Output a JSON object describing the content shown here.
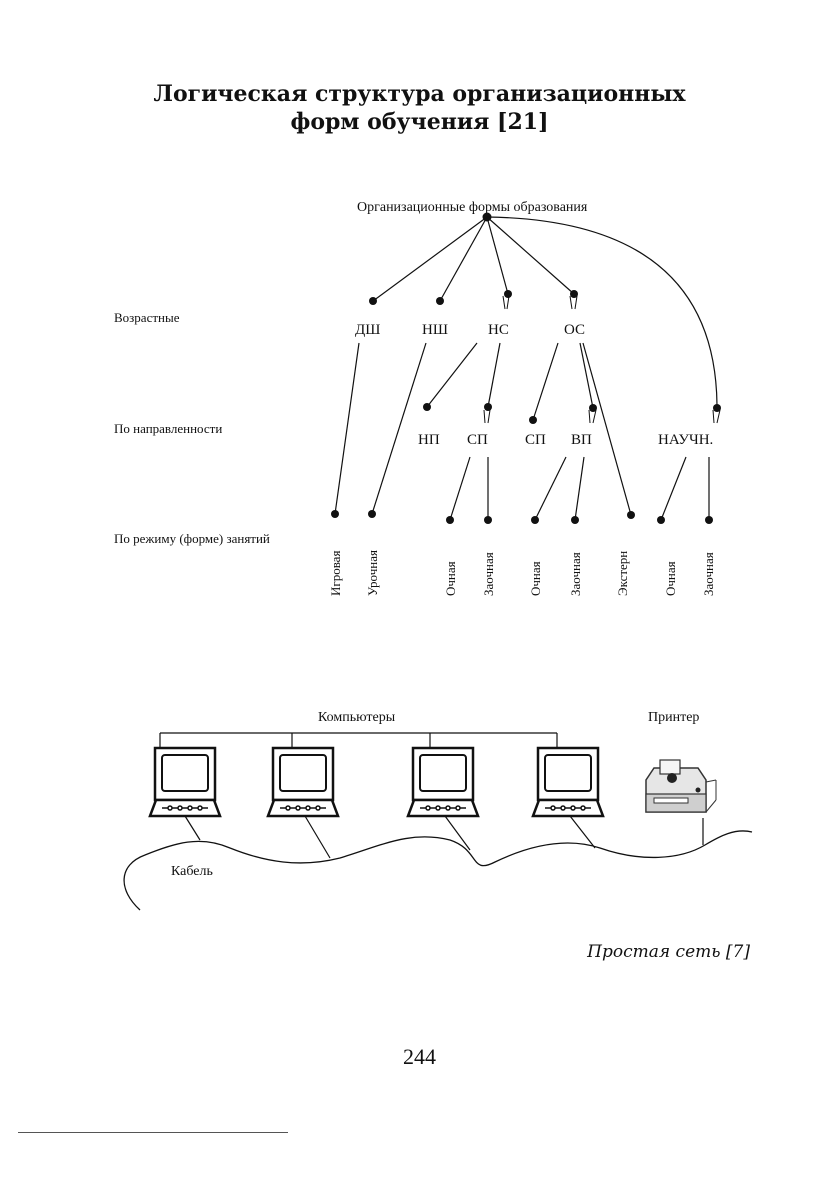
{
  "page": {
    "title_line1": "Логическая структура организационных",
    "title_line2": "форм обучения [21]",
    "page_number": "244"
  },
  "tree": {
    "root": "Организационные формы образования",
    "levels": {
      "age": "Возрастные",
      "direction": "По направленности",
      "mode": "По режиму (форме) занятий"
    },
    "age_nodes": [
      "ДШ",
      "НШ",
      "НС",
      "ОС"
    ],
    "direction_nodes": [
      "НП",
      "СП",
      "СП",
      "ВП",
      "НАУЧН."
    ],
    "mode_nodes": [
      "Игровая",
      "Урочная",
      "Очная",
      "Заочная",
      "Очная",
      "Заочная",
      "Экстерн",
      "Очная",
      "Заочная"
    ]
  },
  "network": {
    "computers_label": "Компьютеры",
    "printer_label": "Принтер",
    "cable_label": "Кабель",
    "caption": "Простая сеть [7]"
  }
}
